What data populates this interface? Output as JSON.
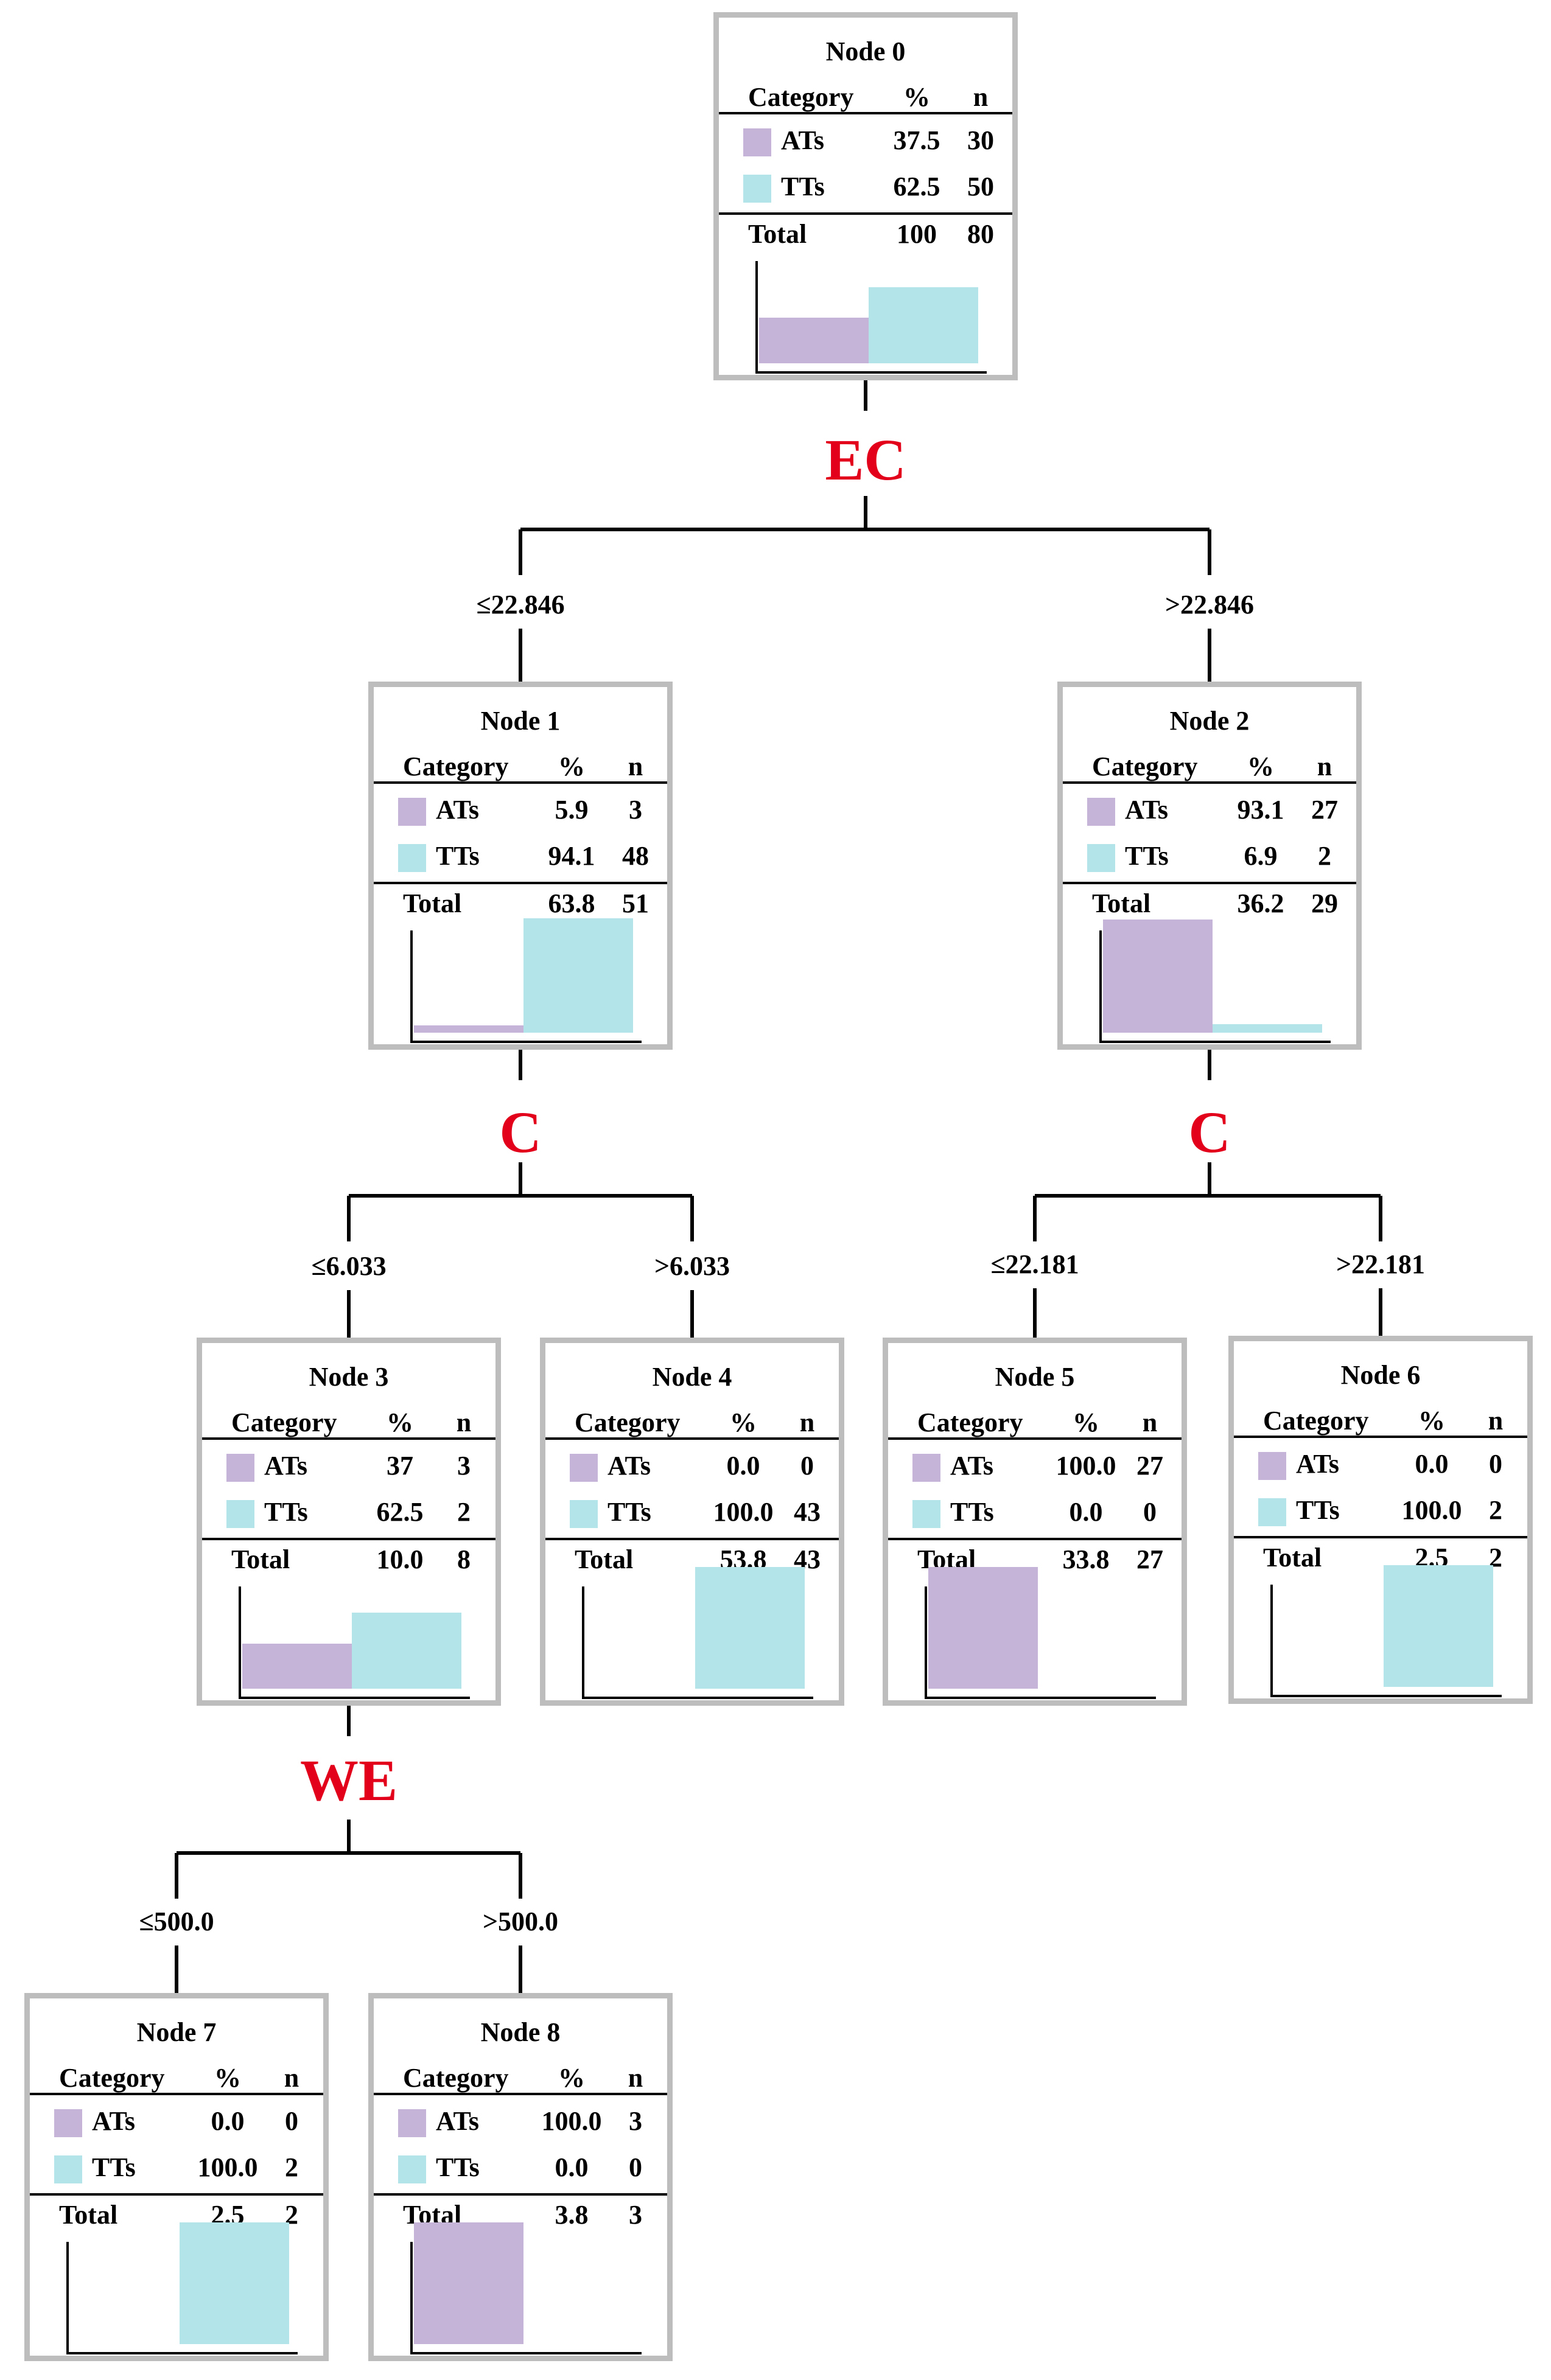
{
  "colors": {
    "ATs": "#c6b4d8",
    "TTs": "#b3e4ea",
    "split_label": "#e2001a",
    "border": "#bdbdbd"
  },
  "header": {
    "category": "Category",
    "pct": "%",
    "n": "n",
    "total": "Total"
  },
  "nodes": [
    {
      "id": "node0",
      "title": "Node 0",
      "rows": [
        {
          "name": "ATs",
          "pct": "37.5",
          "n": "30"
        },
        {
          "name": "TTs",
          "pct": "62.5",
          "n": "50"
        }
      ],
      "total_pct": "100",
      "total_n": "80"
    },
    {
      "id": "node1",
      "title": "Node 1",
      "rows": [
        {
          "name": "ATs",
          "pct": "5.9",
          "n": "3"
        },
        {
          "name": "TTs",
          "pct": "94.1",
          "n": "48"
        }
      ],
      "total_pct": "63.8",
      "total_n": "51"
    },
    {
      "id": "node2",
      "title": "Node 2",
      "rows": [
        {
          "name": "ATs",
          "pct": "93.1",
          "n": "27"
        },
        {
          "name": "TTs",
          "pct": "6.9",
          "n": "2"
        }
      ],
      "total_pct": "36.2",
      "total_n": "29"
    },
    {
      "id": "node3",
      "title": "Node 3",
      "rows": [
        {
          "name": "ATs",
          "pct": "37",
          "n": "3"
        },
        {
          "name": "TTs",
          "pct": "62.5",
          "n": "2"
        }
      ],
      "total_pct": "10.0",
      "total_n": "8"
    },
    {
      "id": "node4",
      "title": "Node 4",
      "rows": [
        {
          "name": "ATs",
          "pct": "0.0",
          "n": "0"
        },
        {
          "name": "TTs",
          "pct": "100.0",
          "n": "43"
        }
      ],
      "total_pct": "53.8",
      "total_n": "43"
    },
    {
      "id": "node5",
      "title": "Node 5",
      "rows": [
        {
          "name": "ATs",
          "pct": "100.0",
          "n": "27"
        },
        {
          "name": "TTs",
          "pct": "0.0",
          "n": "0"
        }
      ],
      "total_pct": "33.8",
      "total_n": "27"
    },
    {
      "id": "node6",
      "title": "Node 6",
      "rows": [
        {
          "name": "ATs",
          "pct": "0.0",
          "n": "0"
        },
        {
          "name": "TTs",
          "pct": "100.0",
          "n": "2"
        }
      ],
      "total_pct": "2.5",
      "total_n": "2"
    },
    {
      "id": "node7",
      "title": "Node 7",
      "rows": [
        {
          "name": "ATs",
          "pct": "0.0",
          "n": "0"
        },
        {
          "name": "TTs",
          "pct": "100.0",
          "n": "2"
        }
      ],
      "total_pct": "2.5",
      "total_n": "2"
    },
    {
      "id": "node8",
      "title": "Node 8",
      "rows": [
        {
          "name": "ATs",
          "pct": "100.0",
          "n": "3"
        },
        {
          "name": "TTs",
          "pct": "0.0",
          "n": "0"
        }
      ],
      "total_pct": "3.8",
      "total_n": "3"
    }
  ],
  "splits": [
    {
      "id": "split0",
      "variable": "EC",
      "left_label": "≤22.846",
      "right_label": ">22.846"
    },
    {
      "id": "split1",
      "variable": "C",
      "left_label": "≤6.033",
      "right_label": ">6.033"
    },
    {
      "id": "split2",
      "variable": "C",
      "left_label": "≤22.181",
      "right_label": ">22.181"
    },
    {
      "id": "split3",
      "variable": "WE",
      "left_label": "≤500.0",
      "right_label": ">500.0"
    }
  ]
}
